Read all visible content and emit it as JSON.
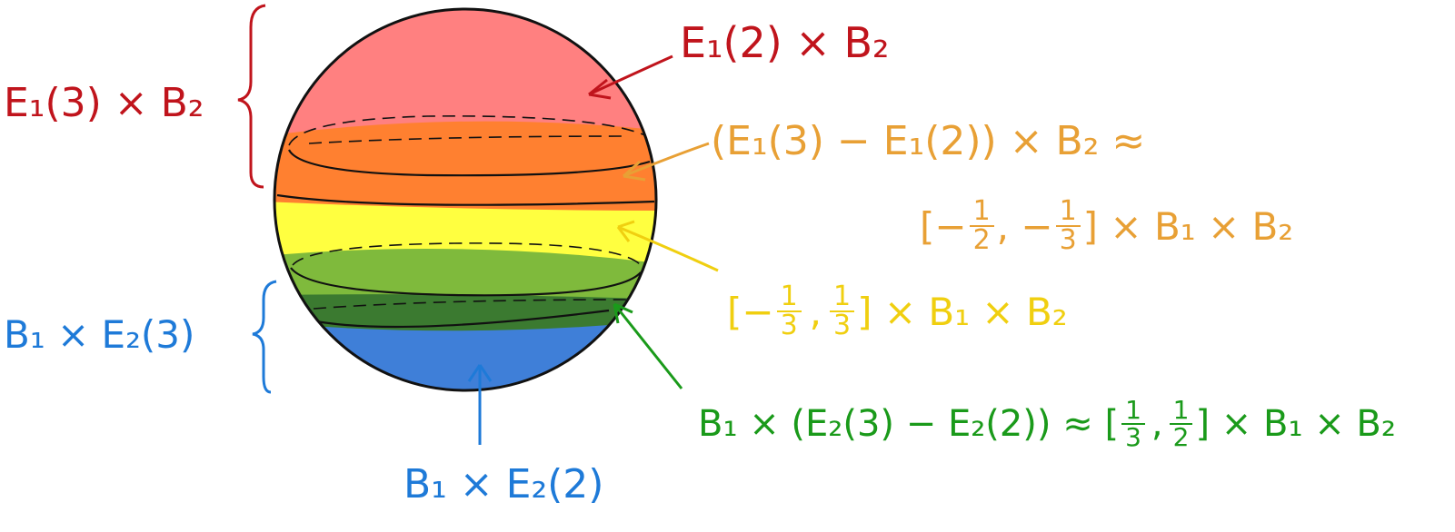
{
  "colors": {
    "red": "#c0141c",
    "orange": "#e8a035",
    "yellow": "#f0cf10",
    "green": "#1a9a1a",
    "blue": "#1e7ad8",
    "band_red": "#ff8080",
    "band_orange": "#ff8030",
    "band_yellow": "#ffff40",
    "band_green": "#7fba3c",
    "band_darkgreen": "#3b7a30",
    "band_blue": "#3f7fd8"
  },
  "labels": {
    "red_brace": "E₁(3) × B₂",
    "red_arrow": "E₁(2) × B₂",
    "orange_line1": "(E₁(3) − E₁(2)) × B₂  ≈",
    "orange_line2_open": "[−",
    "orange_frac1_num": "1",
    "orange_frac1_den": "2",
    "orange_comma": ", −",
    "orange_frac2_num": "1",
    "orange_frac2_den": "3",
    "orange_line2_close": "] × B₁ × B₂",
    "yellow_open": "[−",
    "yellow_frac1_num": "1",
    "yellow_frac1_den": "3",
    "yellow_comma": ",",
    "yellow_frac2_num": "1",
    "yellow_frac2_den": "3",
    "yellow_close": "] × B₁ × B₂",
    "green_main": "B₁ × (E₂(3) − E₂(2)) ≈ [",
    "green_frac1_num": "1",
    "green_frac1_den": "3",
    "green_comma": ",",
    "green_frac2_num": "1",
    "green_frac2_den": "2",
    "green_close": "] × B₁ × B₂",
    "blue_brace": "B₁ × E₂(3)",
    "blue_arrow": "B₁ × E₂(2)"
  }
}
